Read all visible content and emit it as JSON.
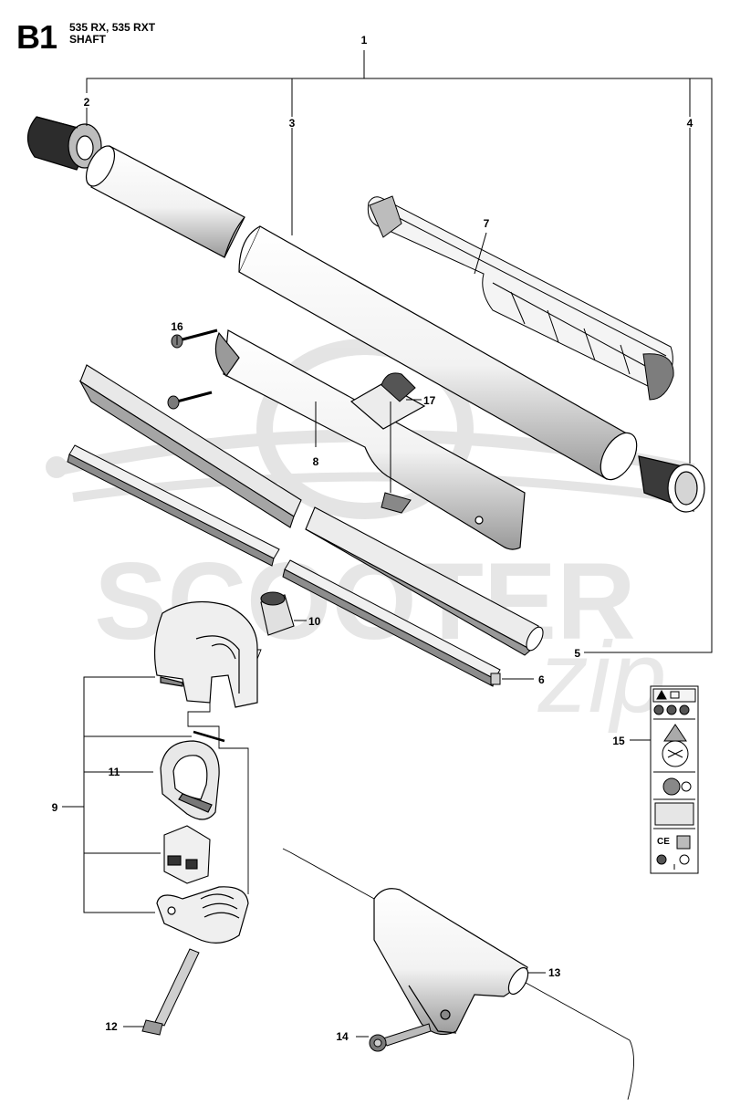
{
  "header": {
    "section_code": "B1",
    "models": "535 RX, 535 RXT",
    "section_title": "SHAFT"
  },
  "callouts": [
    {
      "id": "1",
      "label": "1"
    },
    {
      "id": "2",
      "label": "2"
    },
    {
      "id": "3",
      "label": "3"
    },
    {
      "id": "4",
      "label": "4"
    },
    {
      "id": "5",
      "label": "5"
    },
    {
      "id": "6",
      "label": "6"
    },
    {
      "id": "7",
      "label": "7"
    },
    {
      "id": "8",
      "label": "8"
    },
    {
      "id": "9",
      "label": "9"
    },
    {
      "id": "10",
      "label": "10"
    },
    {
      "id": "11",
      "label": "11"
    },
    {
      "id": "12",
      "label": "12"
    },
    {
      "id": "13",
      "label": "13"
    },
    {
      "id": "14",
      "label": "14"
    },
    {
      "id": "15",
      "label": "15"
    },
    {
      "id": "16",
      "label": "16"
    },
    {
      "id": "17",
      "label": "17"
    }
  ],
  "watermark": {
    "text": "SCOOTER",
    "script_text": "zip",
    "color": "#d9d9d9"
  },
  "colors": {
    "line": "#000000",
    "part_fill": "#ffffff",
    "shade": "#8a8a8a"
  }
}
